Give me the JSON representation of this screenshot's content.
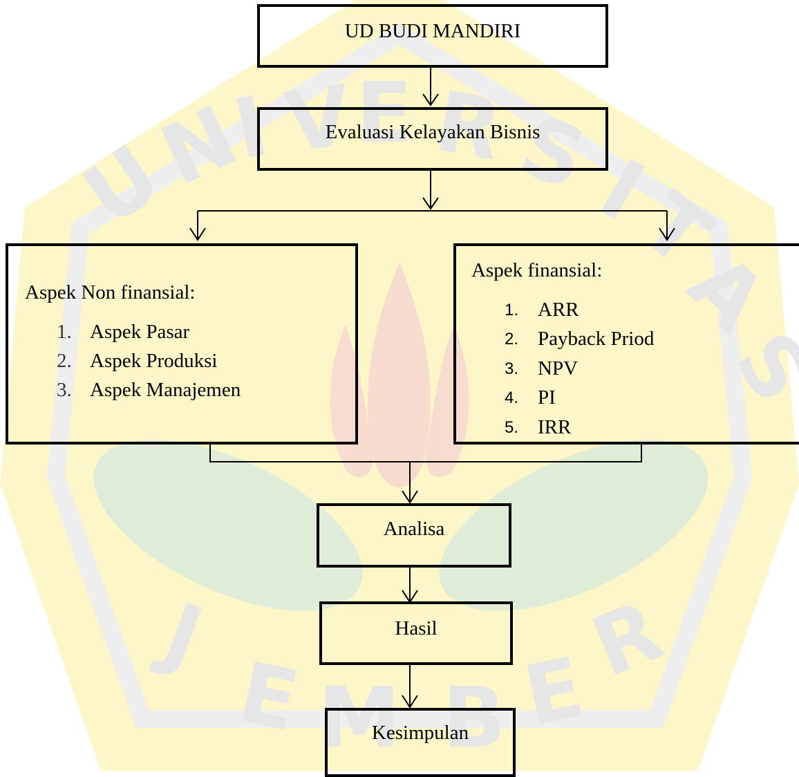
{
  "nodes": {
    "top": {
      "label": "UD BUDI MANDIRI"
    },
    "evaluasi": {
      "label": "Evaluasi Kelayakan Bisnis"
    },
    "non_finansial": {
      "title": "Aspek Non finansial:",
      "items": [
        {
          "num": "1.",
          "label": "Aspek Pasar"
        },
        {
          "num": "2.",
          "label": "Aspek Produksi"
        },
        {
          "num": "3.",
          "label": "Aspek Manajemen"
        }
      ]
    },
    "finansial": {
      "title": "Aspek finansial:",
      "items": [
        {
          "num": "1.",
          "label": "ARR"
        },
        {
          "num": "2.",
          "label": "Payback Priod"
        },
        {
          "num": "3.",
          "label": "NPV"
        },
        {
          "num": "4.",
          "label": "PI"
        },
        {
          "num": "5.",
          "label": "IRR"
        }
      ]
    },
    "analisa": {
      "label": "Analisa"
    },
    "hasil": {
      "label": "Hasil"
    },
    "kesimpulan": {
      "label": "Kesimpulan"
    }
  },
  "watermark": {
    "letters": [
      "U",
      "N",
      "I",
      "V",
      "E",
      "R",
      "S",
      "I",
      "T",
      "A",
      "S"
    ],
    "bottom_letters": [
      "J",
      "E",
      "M",
      "B",
      "E",
      "R"
    ],
    "colors": {
      "yellow": "#fdf6c8",
      "green": "#dcebd9",
      "red": "#f6d7d0",
      "gray": "#e8e8e8"
    }
  }
}
